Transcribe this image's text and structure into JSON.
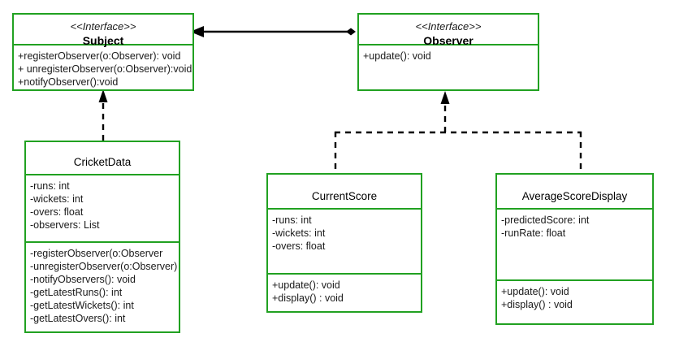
{
  "diagram": {
    "title": "Observer pattern UML class diagram",
    "stroke_color": "#21a121",
    "connector_color": "#000000",
    "background": "#ffffff"
  },
  "classes": {
    "subject": {
      "stereotype": "<<Interface>>",
      "name": "Subject",
      "attributes": [],
      "operations": [
        "+registerObserver(o:Observer): void",
        "+ unregisterObserver(o:Observer):void",
        "+notifyObserver():void"
      ]
    },
    "observer": {
      "stereotype": "<<Interface>>",
      "name": "Observer",
      "attributes": [],
      "operations": [
        "+update(): void"
      ]
    },
    "cricketdata": {
      "stereotype": "",
      "name": "CricketData",
      "attributes": [
        "-runs: int",
        "-wickets: int",
        "-overs: float",
        "-observers: List"
      ],
      "operations": [
        "-registerObserver(o:Observer",
        "-unregisterObserver(o:Observer)",
        "-notifyObservers(): void",
        "-getLatestRuns(): int",
        "-getLatestWickets(): int",
        "-getLatestOvers(): int"
      ]
    },
    "currentscore": {
      "stereotype": "",
      "name": "CurrentScore",
      "attributes": [
        "-runs: int",
        "-wickets: int",
        "-overs: float"
      ],
      "operations": [
        "+update(): void",
        "+display() : void"
      ]
    },
    "averagescoredisplay": {
      "stereotype": "",
      "name": "AverageScoreDisplay",
      "attributes": [
        "-predictedScore: int",
        "-runRate: float"
      ],
      "operations": [
        "+update(): void",
        "+display() : void"
      ]
    }
  },
  "relationships": [
    {
      "id": "observer-to-subject",
      "from": "observer",
      "to": "subject",
      "style": "solid",
      "source_decoration": "filled-diamond",
      "target_decoration": "filled-arrow"
    },
    {
      "id": "cricketdata-realizes-subject",
      "from": "cricketdata",
      "to": "subject",
      "style": "dashed",
      "source_decoration": "none",
      "target_decoration": "filled-arrow"
    },
    {
      "id": "currentscore-realizes-observer",
      "from": "currentscore",
      "to": "observer",
      "style": "dashed",
      "source_decoration": "none",
      "target_decoration": "filled-arrow"
    },
    {
      "id": "averagescoredisplay-realizes-observer",
      "from": "averagescoredisplay",
      "to": "observer",
      "style": "dashed",
      "source_decoration": "none",
      "target_decoration": "filled-arrow"
    }
  ]
}
